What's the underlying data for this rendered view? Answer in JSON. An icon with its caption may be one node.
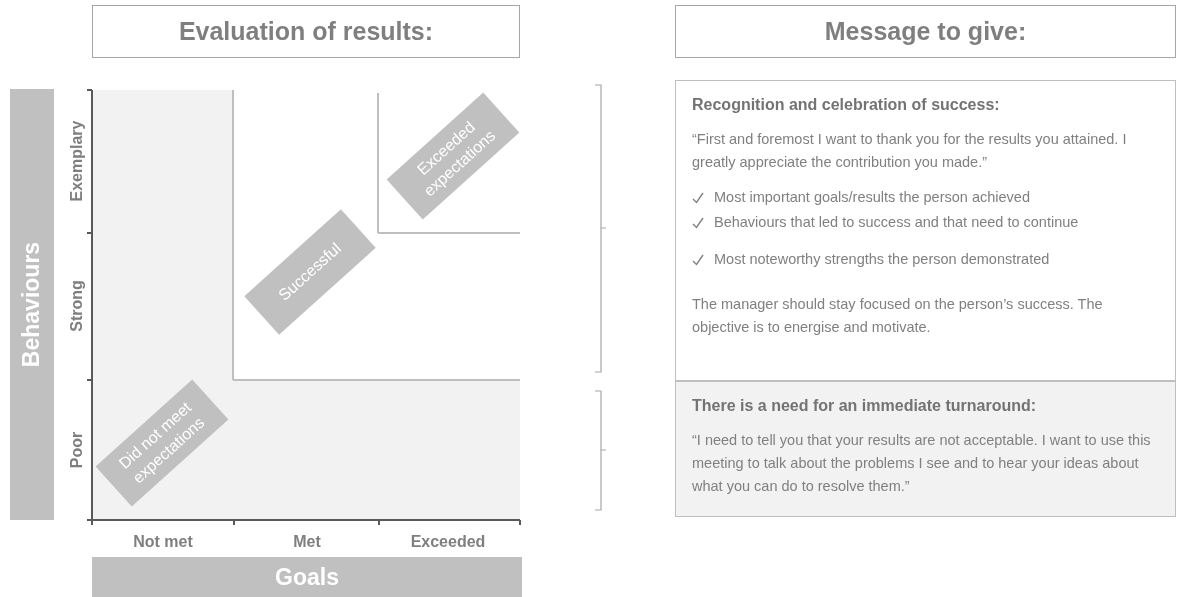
{
  "diagram": {
    "nodes": [
      {
        "text": [
          "Evaluation of results:"
        ]
      },
      {
        "text": [
          "Message to give:"
        ]
      },
      {
        "text": [
          "Behaviours"
        ]
      },
      {
        "text": [
          "Goals"
        ]
      },
      {
        "text": [
          "Exceeded expectations"
        ]
      },
      {
        "text": [
          "Successful"
        ]
      },
      {
        "text": [
          "Did not meet expectations"
        ]
      },
      {
        "text": [
          "Recognition and celebration of success:",
          "“First and foremost I want to thank you for the results you attained. I greatly appreciate the contribution you made.”",
          "Most important goals/results the person achieved",
          "Behaviours that led to success and that need to continue",
          "Most noteworthy strengths the person demonstrated",
          "The manager should stay focused on the person’s success. The objective is to energise and motivate."
        ]
      },
      {
        "text": [
          "There is a need for an immediate turnaround:",
          "“I need to tell you that your results are not acceptable. I want to use this meeting to talk about the problems I see and to hear your ideas about what you can do to resolve them.”"
        ]
      }
    ],
    "labels": [
      "Exemplary",
      "Strong",
      "Poor",
      "Not met",
      "Met",
      "Exceeded"
    ]
  }
}
